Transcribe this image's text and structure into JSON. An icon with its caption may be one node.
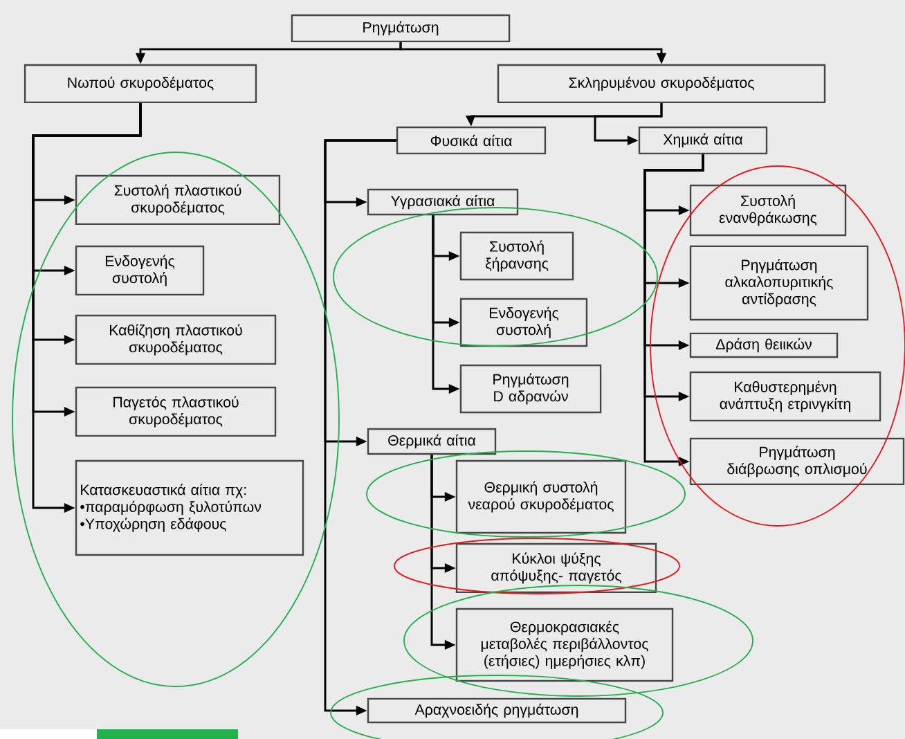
{
  "diagram": {
    "nodes": [
      {
        "text": [
          "Ρηγμάτωση"
        ]
      },
      {
        "text": [
          "Νωπού σκυροδέματος"
        ]
      },
      {
        "text": [
          "Σκληρυμένου σκυροδέματος"
        ]
      },
      {
        "text": [
          "Φυσικά αίτια"
        ]
      },
      {
        "text": [
          "Χημικά αίτια"
        ]
      },
      {
        "text": [
          "Συστολή πλαστικού σκυροδέματος"
        ]
      },
      {
        "text": [
          "Ενδογενής συστολή"
        ]
      },
      {
        "text": [
          "Καθίζηση πλαστικού σκυροδέματος"
        ]
      },
      {
        "text": [
          "Παγετός πλαστικού σκυροδέματος"
        ]
      },
      {
        "text": [
          "Κατασκευαστικά αίτια πχ:",
          "•παραμόρφωση ξυλοτύπων",
          "•Υποχώρηση εδάφους"
        ]
      },
      {
        "text": [
          "Υγρασιακά αίτια"
        ]
      },
      {
        "text": [
          "Συστολή ξήρανσης"
        ]
      },
      {
        "text": [
          "Ενδογενής συστολή"
        ]
      },
      {
        "text": [
          "Ρηγμάτωση D αδρανών"
        ]
      },
      {
        "text": [
          "Θερμικά αίτια"
        ]
      },
      {
        "text": [
          "Θερμική συστολή νεαρού σκυροδέματος"
        ]
      },
      {
        "text": [
          "Κύκλοι ψύξης απόψυξης- παγετός"
        ]
      },
      {
        "text": [
          "Θερμοκρασιακές μεταβολές περιβάλλοντος (ετήσιες) ημερήσιες κλπ)"
        ]
      },
      {
        "text": [
          "Αραχνοειδής ρηγμάτωση"
        ]
      },
      {
        "text": [
          "Συστολή ενανθράκωσης"
        ]
      },
      {
        "text": [
          "Ρηγμάτωση αλκαλοπυριτικής αντίδρασης"
        ]
      },
      {
        "text": [
          "Δράση θειικών"
        ]
      },
      {
        "text": [
          "Καθυστερημένη ανάπτυξη ετρινγκίτη"
        ]
      },
      {
        "text": [
          "Ρηγμάτωση διάβρωσης οπλισμού"
        ]
      }
    ],
    "edges": [
      {
        "from": 0,
        "to": 1,
        "arrow": "to"
      },
      {
        "from": 0,
        "to": 2,
        "arrow": "to"
      },
      {
        "from": 1,
        "to": 5,
        "arrow": "to"
      },
      {
        "from": 1,
        "to": 6,
        "arrow": "to"
      },
      {
        "from": 1,
        "to": 7,
        "arrow": "to"
      },
      {
        "from": 1,
        "to": 8,
        "arrow": "to"
      },
      {
        "from": 1,
        "to": 9,
        "arrow": "to"
      },
      {
        "from": 2,
        "to": 3,
        "arrow": "to"
      },
      {
        "from": 2,
        "to": 4,
        "arrow": "to"
      },
      {
        "from": 3,
        "to": 10,
        "arrow": "to"
      },
      {
        "from": 3,
        "to": 14,
        "arrow": "to"
      },
      {
        "from": 3,
        "to": 18,
        "arrow": "to"
      },
      {
        "from": 10,
        "to": 11,
        "arrow": "to"
      },
      {
        "from": 10,
        "to": 12,
        "arrow": "to"
      },
      {
        "from": 10,
        "to": 13,
        "arrow": "to"
      },
      {
        "from": 14,
        "to": 15,
        "arrow": "to"
      },
      {
        "from": 14,
        "to": 16,
        "arrow": "to"
      },
      {
        "from": 14,
        "to": 17,
        "arrow": "to"
      },
      {
        "from": 4,
        "to": 19,
        "arrow": "to"
      },
      {
        "from": 4,
        "to": 20,
        "arrow": "to"
      },
      {
        "from": 4,
        "to": 21,
        "arrow": "to"
      },
      {
        "from": 4,
        "to": 22,
        "arrow": "to"
      },
      {
        "from": 4,
        "to": 23,
        "arrow": "to"
      }
    ]
  }
}
